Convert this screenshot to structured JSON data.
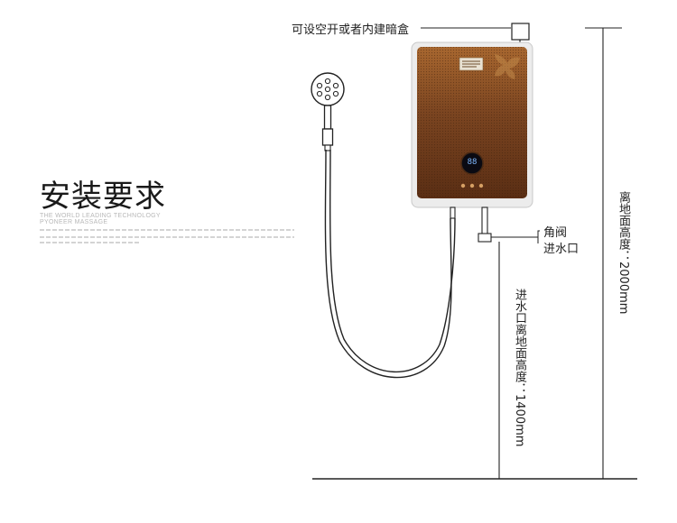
{
  "title": "安装要求",
  "subtitle_en_1": "THE WORLD LEADING TECHNOLOGY",
  "subtitle_en_2": "PYONEER MASSAGE",
  "labels": {
    "junction_box": "可设空开或者内建暗盒",
    "angle_valve": "角阀",
    "water_inlet": "进水口",
    "inlet_height": "进水口离地面高度：1400mm",
    "unit_height": "离地面高度：2000mm"
  },
  "heater_display": "88",
  "colors": {
    "heater_panel": "#6b3a1c",
    "heater_panel_light": "#9a5a2a",
    "line": "#222222",
    "display": "#0a0a12"
  },
  "icons": [
    "shower-head-icon",
    "electric-water-heater-icon",
    "junction-box-icon",
    "pipe-icon"
  ]
}
